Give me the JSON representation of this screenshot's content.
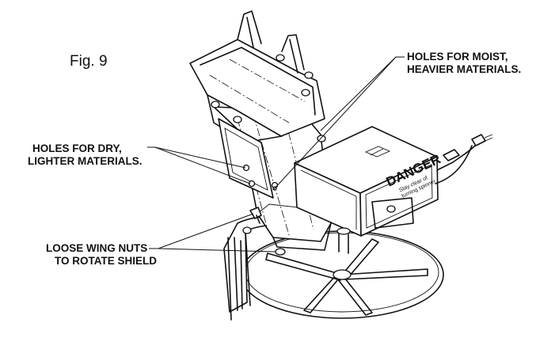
{
  "figure": {
    "label": "Fig. 9"
  },
  "callouts": {
    "moist_line1": "HOLES FOR MOIST,",
    "moist_line2": "HEAVIER MATERIALS.",
    "dry_line1": "HOLES FOR DRY,",
    "dry_line2": "LIGHTER MATERIALS.",
    "wing_line1": "LOOSE WING NUTS",
    "wing_line2": "TO ROTATE SHIELD"
  },
  "motor_label": {
    "danger": "DANGER",
    "warning_line1": "Stay clear of",
    "warning_line2": "turning spinner"
  }
}
